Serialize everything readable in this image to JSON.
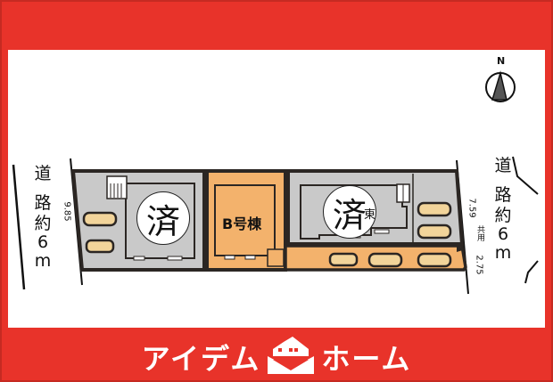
{
  "header": {
    "bar_color": "#e8332a"
  },
  "compass": {
    "label": "N",
    "icon": "north-arrow-icon"
  },
  "roads": {
    "west": {
      "chars": [
        "道",
        "路",
        "約",
        "6",
        "m"
      ],
      "label": "道路約6m"
    },
    "east": {
      "chars": [
        "道",
        "路",
        "約",
        "6",
        "m"
      ],
      "label": "道路約6m"
    }
  },
  "dimensions": {
    "west_frontage": "9.85",
    "east_frontage": "7.59",
    "shared_label": [
      "共",
      "用"
    ],
    "shared_width": "2.75"
  },
  "lots": [
    {
      "id": "west",
      "status_mark": "済",
      "fill": "#c9c9c9",
      "label": ""
    },
    {
      "id": "B",
      "label": "B号棟",
      "fill": "#f3b26c"
    },
    {
      "id": "east",
      "status_mark": "済",
      "suffix": "東",
      "fill": "#c9c9c9",
      "label": ""
    }
  ],
  "colors": {
    "sold_gray": "#c9c9c9",
    "available_orange": "#f3b26c",
    "outline": "#2b2623",
    "car_fill": "#f2d49a",
    "brand_red": "#e8332a"
  },
  "footer": {
    "brand_left": "アイデム",
    "brand_right": "ホーム",
    "logo_icon": "house-logo-icon"
  }
}
